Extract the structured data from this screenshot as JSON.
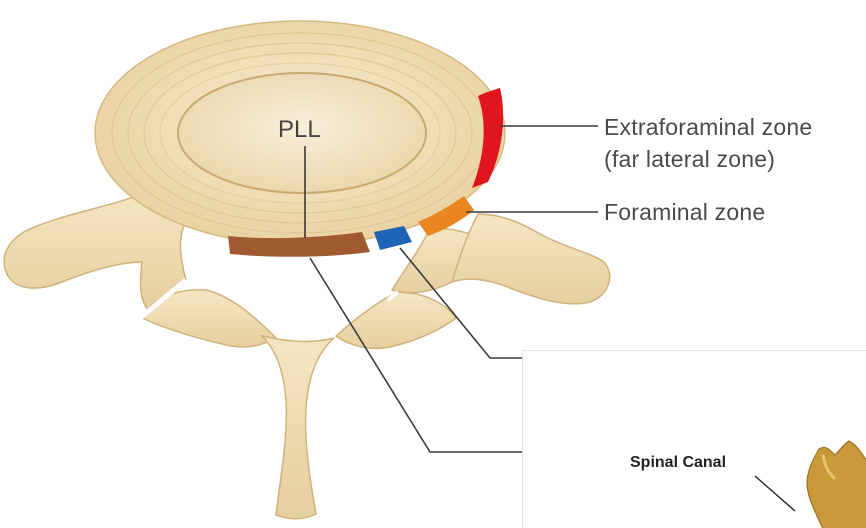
{
  "labels": {
    "pll": "PLL",
    "extraforaminal_line1": "Extraforaminal zone",
    "extraforaminal_line2": "(far lateral zone)",
    "foraminal": "Foraminal zone"
  },
  "inset": {
    "spinal_canal": "Spinal Canal"
  },
  "colors": {
    "bone": "#f1deb5",
    "bone_dark": "#d9bd8a",
    "extraforaminal": "#e0151d",
    "foraminal": "#e9861f",
    "subarticular": "#1f63b5",
    "central": "#a05a30",
    "spinal_inset": "#c89a3a"
  }
}
